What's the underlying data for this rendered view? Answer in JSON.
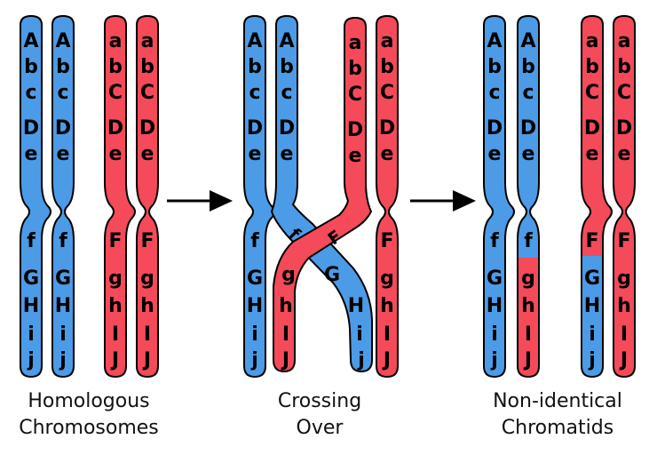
{
  "colors": {
    "maternal": "#4c9be6",
    "paternal": "#f44a5a"
  },
  "stages": [
    {
      "caption_line1": "Homologous",
      "caption_line2": "Chromosomes",
      "chromatids": [
        {
          "color": "blue",
          "genes": [
            "A",
            "b",
            "c",
            "D",
            "e",
            "f",
            "G",
            "H",
            "i",
            "j"
          ]
        },
        {
          "color": "blue",
          "genes": [
            "A",
            "b",
            "c",
            "D",
            "e",
            "f",
            "G",
            "H",
            "i",
            "j"
          ]
        },
        {
          "color": "red",
          "genes": [
            "a",
            "b",
            "C",
            "D",
            "e",
            "F",
            "g",
            "h",
            "I",
            "J"
          ]
        },
        {
          "color": "red",
          "genes": [
            "a",
            "b",
            "C",
            "D",
            "e",
            "F",
            "g",
            "h",
            "I",
            "J"
          ]
        }
      ]
    },
    {
      "caption_line1": "Crossing",
      "caption_line2": "Over",
      "chromatids": [
        {
          "color": "blue",
          "genes": [
            "A",
            "b",
            "c",
            "D",
            "e",
            "f",
            "G",
            "H",
            "i",
            "j"
          ]
        },
        {
          "color": "blue",
          "genes": [
            "A",
            "b",
            "c",
            "D",
            "e",
            "f",
            "G",
            "H",
            "i",
            "j"
          ]
        },
        {
          "color": "red",
          "genes": [
            "a",
            "b",
            "C",
            "D",
            "e",
            "F",
            "g",
            "h",
            "I",
            "J"
          ]
        },
        {
          "color": "red",
          "genes": [
            "a",
            "b",
            "C",
            "D",
            "e",
            "F",
            "g",
            "h",
            "I",
            "J"
          ]
        }
      ]
    },
    {
      "caption_line1": "Non-identical",
      "caption_line2": "Chromatids",
      "chromatids": [
        {
          "color": "blue",
          "genes": [
            "A",
            "b",
            "c",
            "D",
            "e",
            "f",
            "G",
            "H",
            "i",
            "j"
          ]
        },
        {
          "color": "blue-red",
          "genes": [
            "A",
            "b",
            "c",
            "D",
            "e",
            "f",
            "g",
            "h",
            "I",
            "J"
          ]
        },
        {
          "color": "red-blue",
          "genes": [
            "a",
            "b",
            "C",
            "D",
            "e",
            "F",
            "G",
            "H",
            "i",
            "j"
          ]
        },
        {
          "color": "red",
          "genes": [
            "a",
            "b",
            "C",
            "D",
            "e",
            "F",
            "g",
            "h",
            "I",
            "J"
          ]
        }
      ]
    }
  ],
  "arrows": [
    "arrow-1",
    "arrow-2"
  ]
}
